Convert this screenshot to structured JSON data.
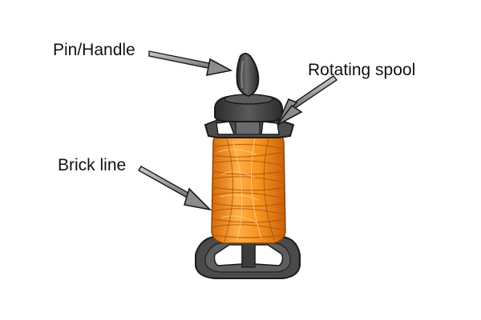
{
  "labels": {
    "pin_handle": "Pin/Handle",
    "rotating_spool": "Rotating spool",
    "brick_line": "Brick line"
  },
  "colors": {
    "body_dark": "#3a3a3a",
    "body_mid": "#5c5c5c",
    "body_light": "#8a8a8a",
    "line_orange": "#f08a1c",
    "line_orange_light": "#ffb04a",
    "outline": "#1a1a1a"
  }
}
